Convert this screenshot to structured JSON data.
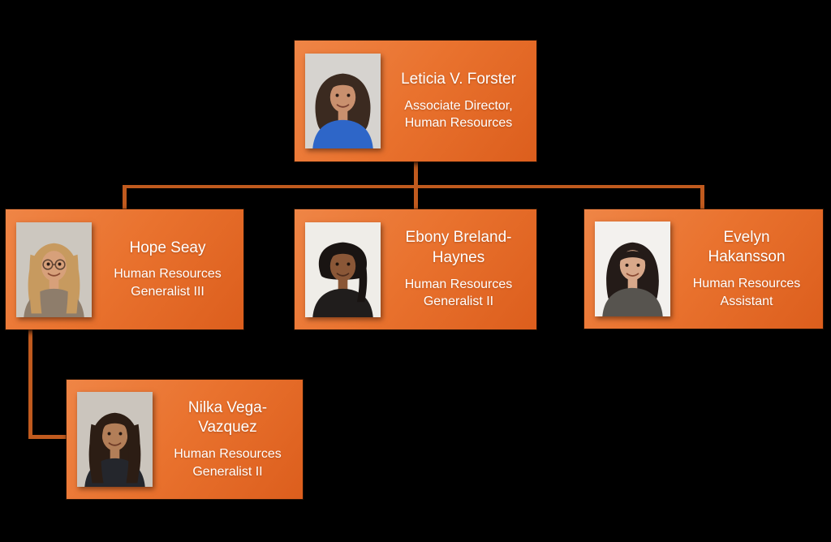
{
  "canvas": {
    "background": "#000000"
  },
  "diagram": {
    "type": "org-chart"
  },
  "theme": {
    "card_gradient_top_left": "#EF8546",
    "card_gradient_bottom_right": "#DC5E1D",
    "connector_color": "#C05A1E",
    "text_color": "#FFFFFF"
  },
  "people": [
    {
      "name": "Leticia V. Forster",
      "title": "Associate Director, Human Resources",
      "name_lines": [
        "Leticia V. Forster"
      ],
      "title_lines": [
        "Associate Director,",
        "Human Resources"
      ],
      "reports_to": null,
      "photo": {
        "background": "#D6D3CF",
        "hair": "#3B2A20",
        "skin": "#C9906E",
        "shirt": "#2E66C8"
      }
    },
    {
      "name": "Hope Seay",
      "title": "Human Resources Generalist III",
      "name_lines": [
        "Hope Seay"
      ],
      "title_lines": [
        "Human Resources",
        "Generalist III"
      ],
      "reports_to": "Leticia V. Forster",
      "photo": {
        "background": "#CCC7BF",
        "hair": "#C79A5F",
        "skin": "#D7A07A",
        "shirt": "#8E7D6B"
      }
    },
    {
      "name": "Ebony Breland-Haynes",
      "title": "Human Resources Generalist II",
      "name_lines": [
        "Ebony Breland-",
        "Haynes"
      ],
      "title_lines": [
        "Human Resources",
        "Generalist II"
      ],
      "reports_to": "Leticia V. Forster",
      "photo": {
        "background": "#EFEDE8",
        "hair": "#191412",
        "skin": "#8A5737",
        "shirt": "#201D1C"
      }
    },
    {
      "name": "Evelyn Hakansson",
      "title": "Human Resources Assistant",
      "name_lines": [
        "Evelyn",
        "Hakansson"
      ],
      "title_lines": [
        "Human Resources",
        "Assistant"
      ],
      "reports_to": "Leticia V. Forster",
      "photo": {
        "background": "#F3F1EE",
        "hair": "#241B18",
        "skin": "#D8A88A",
        "shirt": "#57544F"
      }
    },
    {
      "name": "Nilka Vega-Vazquez",
      "title": "Human Resources Generalist II",
      "name_lines": [
        "Nilka Vega-",
        "Vazquez"
      ],
      "title_lines": [
        "Human Resources",
        "Generalist II"
      ],
      "reports_to": "Hope Seay",
      "photo": {
        "background": "#CBC5BD",
        "hair": "#2C1D14",
        "skin": "#B27E58",
        "shirt": "#24262C"
      }
    }
  ]
}
